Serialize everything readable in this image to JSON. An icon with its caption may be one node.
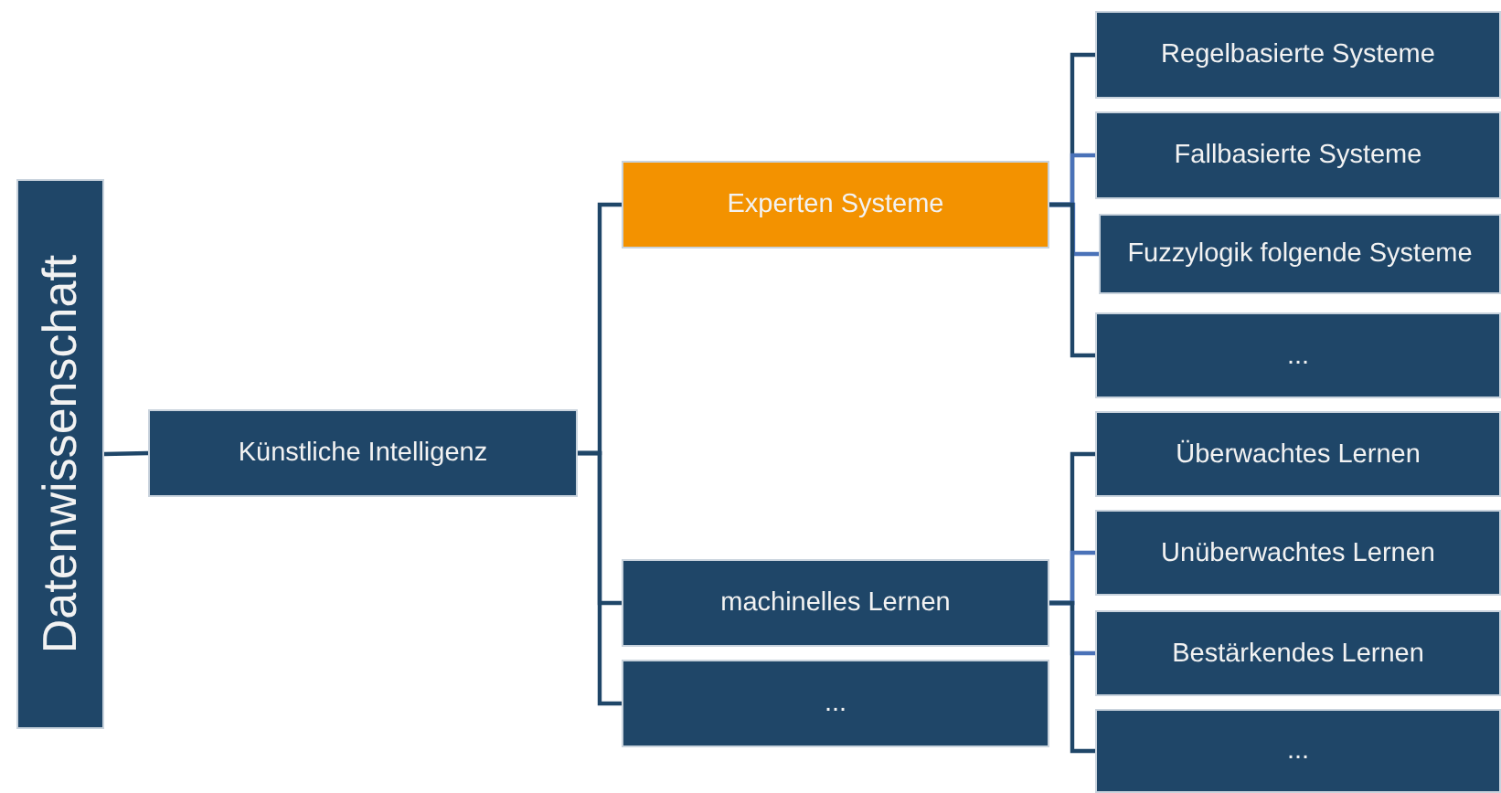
{
  "diagram": {
    "nodes": [
      {
        "text": [
          "Datenwissenschaft"
        ]
      },
      {
        "text": [
          "Künstliche Intelligenz"
        ]
      },
      {
        "text": [
          "Experten Systeme"
        ]
      },
      {
        "text": [
          "machinelles Lernen"
        ]
      },
      {
        "text": [
          "..."
        ]
      },
      {
        "text": [
          "Regelbasierte Systeme"
        ]
      },
      {
        "text": [
          "Fallbasierte Systeme"
        ]
      },
      {
        "text": [
          "Fuzzylogik folgende Systeme"
        ]
      },
      {
        "text": [
          "..."
        ]
      },
      {
        "text": [
          "Überwachtes Lernen"
        ]
      },
      {
        "text": [
          "Unüberwachtes Lernen"
        ]
      },
      {
        "text": [
          "Bestärkendes Lernen"
        ]
      },
      {
        "text": [
          "..."
        ]
      }
    ],
    "edges": [
      {
        "from": 0,
        "to": 1,
        "arrow": "none"
      },
      {
        "from": 1,
        "to": 2,
        "arrow": "none"
      },
      {
        "from": 1,
        "to": 3,
        "arrow": "none"
      },
      {
        "from": 1,
        "to": 4,
        "arrow": "none"
      },
      {
        "from": 2,
        "to": 5,
        "arrow": "none"
      },
      {
        "from": 2,
        "to": 6,
        "arrow": "none",
        "color": "#4a72b8"
      },
      {
        "from": 2,
        "to": 7,
        "arrow": "none",
        "color": "#4a72b8"
      },
      {
        "from": 2,
        "to": 8,
        "arrow": "none"
      },
      {
        "from": 3,
        "to": 9,
        "arrow": "none"
      },
      {
        "from": 3,
        "to": 10,
        "arrow": "none",
        "color": "#4a72b8"
      },
      {
        "from": 3,
        "to": 11,
        "arrow": "none",
        "color": "#4a72b8"
      },
      {
        "from": 3,
        "to": 12,
        "arrow": "none"
      }
    ]
  }
}
